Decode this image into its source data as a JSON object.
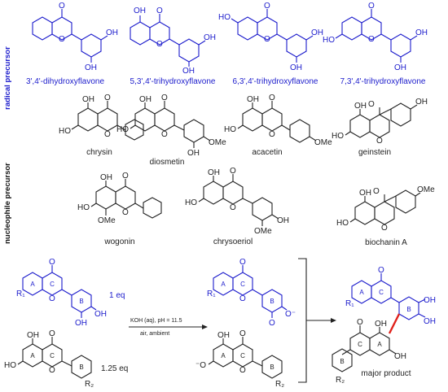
{
  "section_labels": {
    "radical": "radical precursor",
    "nucleophile": "nucleophile precursor"
  },
  "compounds": {
    "radical": [
      "3',4'-dihydroxyflavone",
      "5,3',4'-trihydroxyflavone",
      "6,3',4'-trihydroxyflavone",
      "7,3',4'-trihydroxyflavone"
    ],
    "nucleophile": [
      "chrysin",
      "diosmetin",
      "acacetin",
      "geinstein",
      "wogonin",
      "chrysoeriol",
      "biochanin A"
    ]
  },
  "atom_labels": {
    "O": "O",
    "OH": "OH",
    "HO": "HO",
    "OMe": "OMe",
    "O_minus": "O⁻",
    "minus_O": "⁻O"
  },
  "reaction": {
    "eq_top": "1 eq",
    "eq_bottom": "1.25 eq",
    "condition_1": "KOH (aq), pH = 11.5",
    "condition_2": "air, ambient",
    "product_label": "major product",
    "r1": "R₁",
    "r2": "R₂",
    "ring_A": "A",
    "ring_B": "B",
    "ring_C": "C"
  },
  "colors": {
    "radical": "#1c1ccc",
    "nucleophile": "#222222",
    "new_bond": "#e0201a"
  }
}
